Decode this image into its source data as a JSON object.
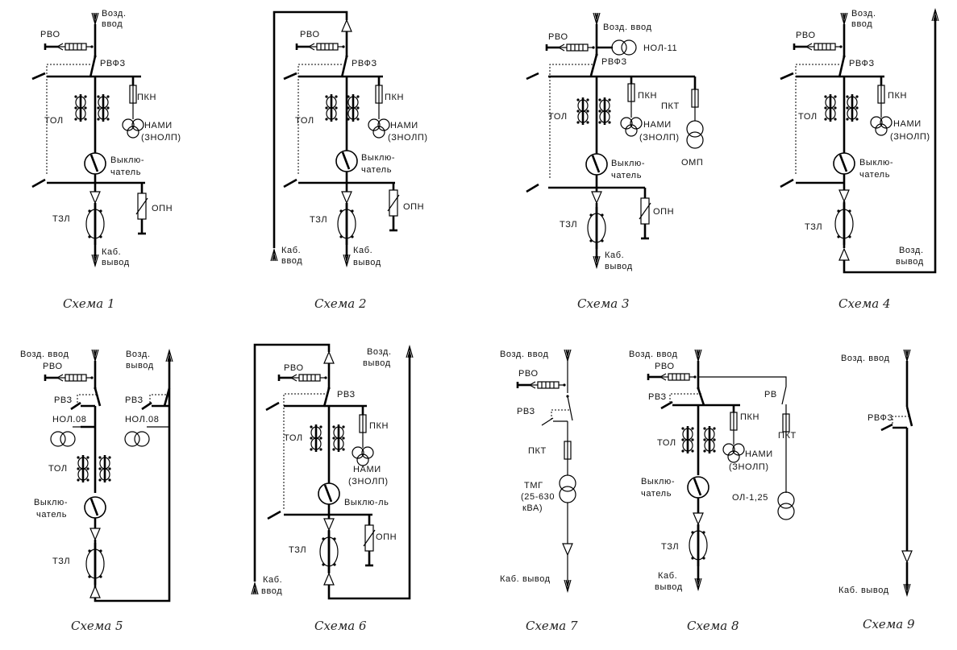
{
  "schemes": [
    {
      "caption": "Схема 1",
      "labels": {
        "in1": "Возд.",
        "in2": "ввод",
        "rvo": "РВО",
        "rvfz": "РВФЗ",
        "pkn": "ПКН",
        "tol": "ТОЛ",
        "nami": "НАМИ",
        "znolp": "(ЗНОЛП)",
        "brk1": "Выклю-",
        "brk2": "чатель",
        "opn": "ОПН",
        "tzl": "ТЗЛ",
        "out1": "Каб.",
        "out2": "вывод"
      }
    },
    {
      "caption": "Схема 2",
      "labels": {
        "rvo": "РВО",
        "rvfz": "РВФЗ",
        "pkn": "ПКН",
        "tol": "ТОЛ",
        "nami": "НАМИ",
        "znolp": "(ЗНОЛП)",
        "brk1": "Выклю-",
        "brk2": "чатель",
        "opn": "ОПН",
        "tzl": "ТЗЛ",
        "cin1": "Каб.",
        "cin2": "ввод",
        "out1": "Каб.",
        "out2": "вывод"
      }
    },
    {
      "caption": "Схема 3",
      "labels": {
        "in": "Возд. ввод",
        "rvo": "РВО",
        "nol": "НОЛ-11",
        "rvfz": "РВФЗ",
        "pkn": "ПКН",
        "pkt": "ПКТ",
        "tol": "ТОЛ",
        "nami": "НАМИ",
        "znolp": "(ЗНОЛП)",
        "omp": "ОМП",
        "brk1": "Выклю-",
        "brk2": "чатель",
        "opn": "ОПН",
        "tzl": "ТЗЛ",
        "out1": "Каб.",
        "out2": "вывод"
      }
    },
    {
      "caption": "Схема 4",
      "labels": {
        "in1": "Возд.",
        "in2": "ввод",
        "rvo": "РВО",
        "rvfz": "РВФЗ",
        "pkn": "ПКН",
        "tol": "ТОЛ",
        "nami": "НАМИ",
        "znolp": "(ЗНОЛП)",
        "brk1": "Выклю-",
        "brk2": "чатель",
        "tzl": "ТЗЛ",
        "out1": "Возд.",
        "out2": "вывод"
      }
    },
    {
      "caption": "Схема 5",
      "labels": {
        "in": "Возд. ввод",
        "out1": "Возд.",
        "out2": "вывод",
        "rvo": "РВО",
        "rvz1": "РВЗ",
        "rvz2": "РВЗ",
        "nol1": "НОЛ.08",
        "nol2": "НОЛ.08",
        "tol": "ТОЛ",
        "brk1": "Выклю-",
        "brk2": "чатель",
        "tzl": "ТЗЛ"
      }
    },
    {
      "caption": "Схема 6",
      "labels": {
        "out1": "Возд.",
        "out2": "вывод",
        "rvo": "РВО",
        "rvz": "РВЗ",
        "pkn": "ПКН",
        "tol": "ТОЛ",
        "nami": "НАМИ",
        "znolp": "(ЗНОЛП)",
        "brk": "Выклю-ль",
        "opn": "ОПН",
        "tzl": "ТЗЛ",
        "cin1": "Каб.",
        "cin2": "ввод"
      }
    },
    {
      "caption": "Схема 7",
      "labels": {
        "in": "Возд. ввод",
        "rvo": "РВО",
        "rvz": "РВЗ",
        "pkt": "ПКТ",
        "tmg1": "ТМГ",
        "tmg2": "(25-630",
        "tmg3": "кВА)",
        "out": "Каб. вывод"
      }
    },
    {
      "caption": "Схема 8",
      "labels": {
        "in": "Возд. ввод",
        "rvo": "РВО",
        "rvz": "РВЗ",
        "rv": "РВ",
        "pkn": "ПКН",
        "pkt": "ПКТ",
        "tol": "ТОЛ",
        "nami": "НАМИ",
        "znolp": "(ЗНОЛП)",
        "brk1": "Выклю-",
        "brk2": "чатель",
        "ol": "ОЛ-1,25",
        "tzl": "ТЗЛ",
        "out1": "Каб.",
        "out2": "вывод"
      }
    },
    {
      "caption": "Схема 9",
      "labels": {
        "in": "Возд. ввод",
        "rvfz": "РВФЗ",
        "out": "Каб. вывод"
      }
    }
  ]
}
